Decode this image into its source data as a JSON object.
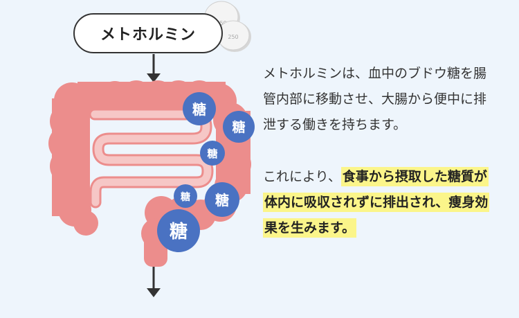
{
  "drug_label": "メトホルミン",
  "pills": [
    {
      "icon": "pill-icon",
      "text": "250"
    },
    {
      "icon": "pill-icon",
      "text": "250"
    }
  ],
  "sugar_label": "糖",
  "sugar_molecules": [
    {
      "size": "medium"
    },
    {
      "size": "medium"
    },
    {
      "size": "small"
    },
    {
      "size": "small"
    },
    {
      "size": "medium"
    },
    {
      "size": "large"
    }
  ],
  "description": {
    "paragraph1": "メトホルミンは、血中のブドウ糖を腸管内部に移動させ、大腸から便中に排泄する働きを持ちます。",
    "paragraph2_plain": "これにより、",
    "paragraph2_highlight": "食事から摂取した糖質が体内に吸収されずに排出され、痩身効果を生みます。"
  },
  "colors": {
    "background": "#eef5fc",
    "intestine": "#ec8d8c",
    "intestine_inner": "#f6b8b7",
    "sugar": "#4a72c2",
    "highlight": "#fbf58a",
    "arrow": "#333333"
  }
}
